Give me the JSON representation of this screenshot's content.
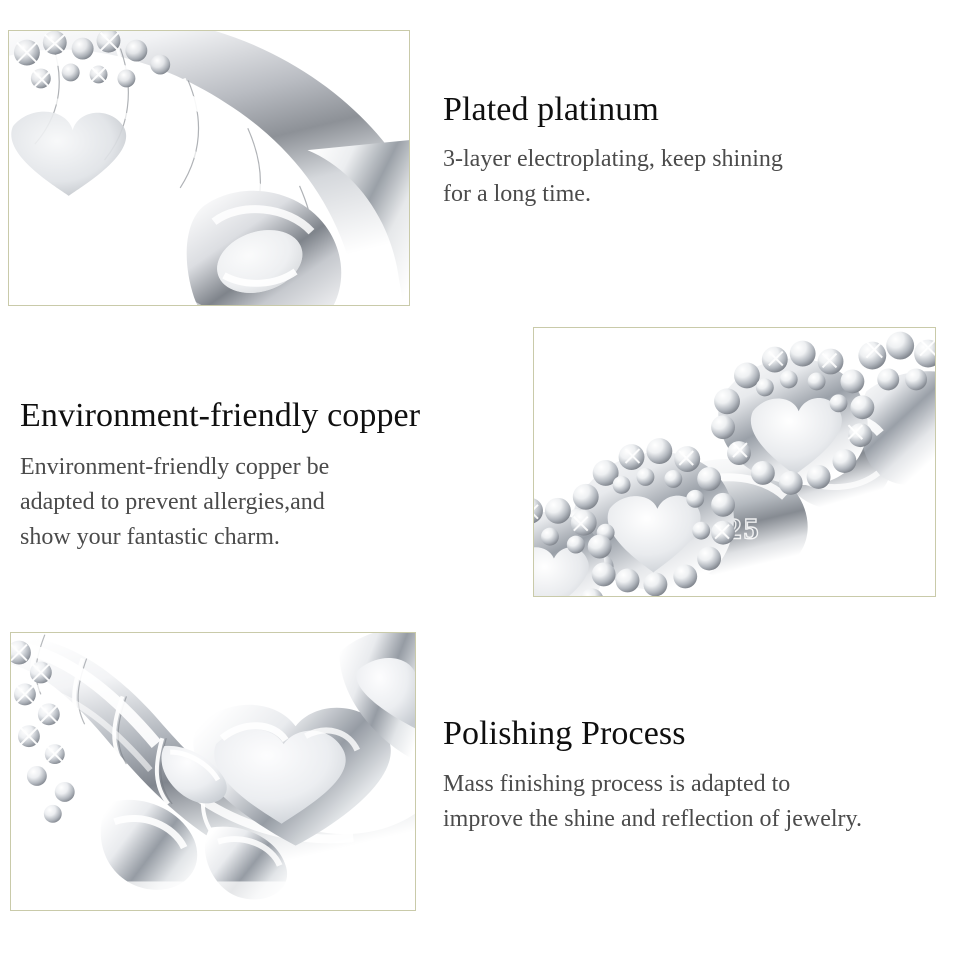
{
  "page": {
    "background_color": "#ffffff",
    "panel_border_color": "#c9caa9",
    "heading_color": "#0f0f0f",
    "body_color": "#4b4b4b"
  },
  "features": [
    {
      "id": "plated-platinum",
      "heading": "Plated platinum",
      "body_lines": [
        "3-layer electroplating, keep shining",
        "for a long time."
      ],
      "image": {
        "name": "ring-closeup-plated-surface",
        "alt": "Close-up of polished silver ring band segments with bright plated highlights"
      }
    },
    {
      "id": "environment-friendly-copper",
      "heading": "Environment-friendly copper",
      "body_lines": [
        "Environment-friendly copper be",
        "adapted to prevent allergies,and",
        "show your fantastic charm."
      ],
      "image": {
        "name": "ring-closeup-beaded-hearts-hallmark",
        "alt": "Close-up of beaded heart-link silver ring showing hallmark stamp",
        "hallmark": "S925"
      }
    },
    {
      "id": "polishing-process",
      "heading": "Polishing Process",
      "body_lines": [
        "Mass finishing process is adapted to",
        "improve the shine and reflection of jewelry."
      ],
      "image": {
        "name": "ring-closeup-polished-heart-links",
        "alt": "Close-up of mirror-polished heart shaped ring links"
      }
    }
  ]
}
